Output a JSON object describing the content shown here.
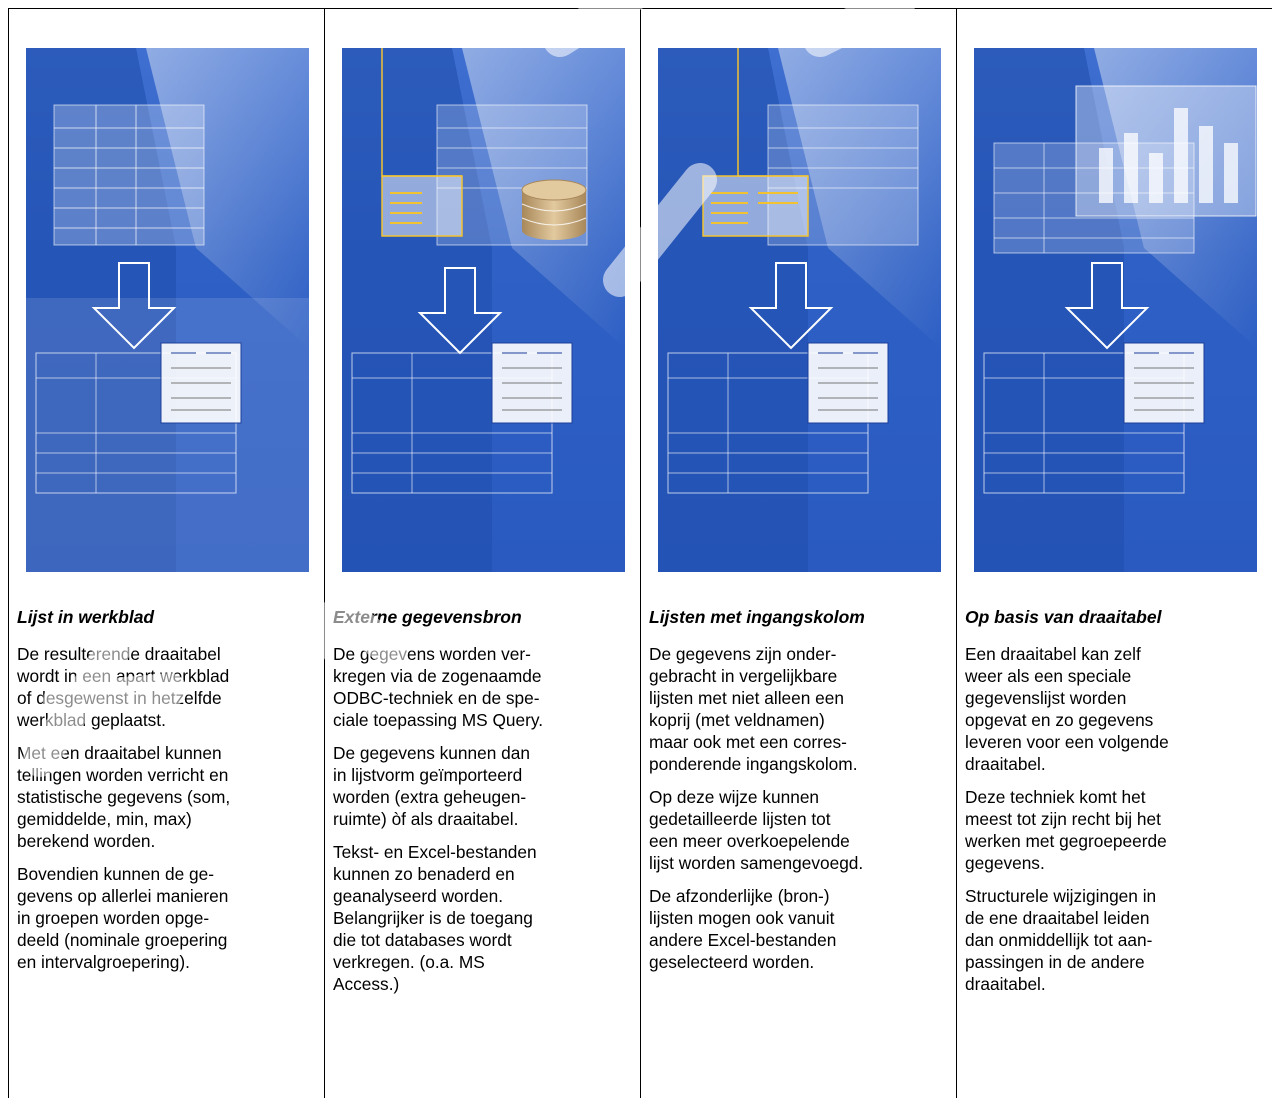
{
  "columns": [
    {
      "heading": "Lijst in werkblad",
      "paragraphs": [
        [
          "De resulterende draaitabel",
          "wordt in een apart werkblad",
          "of desgewenst in hetzelfde",
          "werkblad geplaatst."
        ],
        [
          "Met een draaitabel kunnen",
          "tellingen worden verricht en",
          "statistische gegevens (som,",
          "gemiddelde, min, max)",
          "berekend worden."
        ],
        [
          "Bovendien kunnen de ge-",
          "gevens op allerlei manieren",
          "in groepen worden opge-",
          "deeld (nominale groepering",
          "en intervalgroepering)."
        ]
      ]
    },
    {
      "heading": "Externe gegevensbron",
      "paragraphs": [
        [
          "De gegevens worden ver-",
          "kregen via de zogenaamde",
          "ODBC-techniek en de spe-",
          "ciale toepassing MS Query."
        ],
        [
          "De gegevens kunnen dan",
          "in lijstvorm geïmporteerd",
          "worden (extra geheugen-",
          "ruimte) òf als draaitabel."
        ],
        [
          "Tekst- en Excel-bestanden",
          "kunnen zo benaderd en",
          "geanalyseerd worden.",
          "Belangrijker is de toegang",
          "die tot databases wordt",
          "verkregen. (o.a. MS",
          "Access.)"
        ]
      ]
    },
    {
      "heading": "Lijsten met ingangskolom",
      "paragraphs": [
        [
          "De gegevens zijn onder-",
          "gebracht in vergelijkbare",
          "lijsten met niet alleen een",
          "koprij (met veldnamen)",
          "maar ook met een corres-",
          "ponderende ingangskolom."
        ],
        [
          "Op deze wijze kunnen",
          "gedetailleerde lijsten tot",
          "een meer overkoepelende",
          "lijst worden samengevoegd."
        ],
        [
          "De afzonderlijke (bron-)",
          "lijsten mogen ook vanuit",
          "andere Excel-bestanden",
          "geselecteerd worden."
        ]
      ]
    },
    {
      "heading": "Op basis van draaitabel",
      "paragraphs": [
        [
          "Een draaitabel kan zelf",
          "weer als een speciale",
          "gegevenslijst worden",
          "opgevat en zo gegevens",
          "leveren voor een volgende",
          "draaitabel."
        ],
        [
          "Deze techniek komt het",
          "meest tot zijn recht bij het",
          "werken met gegroepeerde",
          "gegevens."
        ],
        [
          "Structurele wijzigingen in",
          "de ene draaitabel leiden",
          "dan onmiddellijk tot aan-",
          "passingen in de andere",
          "draaitabel."
        ]
      ]
    }
  ],
  "colors": {
    "illustration_blue": "#2e60c5",
    "source_yellow": "#f2c230",
    "database_tan": "#c8a87a"
  }
}
